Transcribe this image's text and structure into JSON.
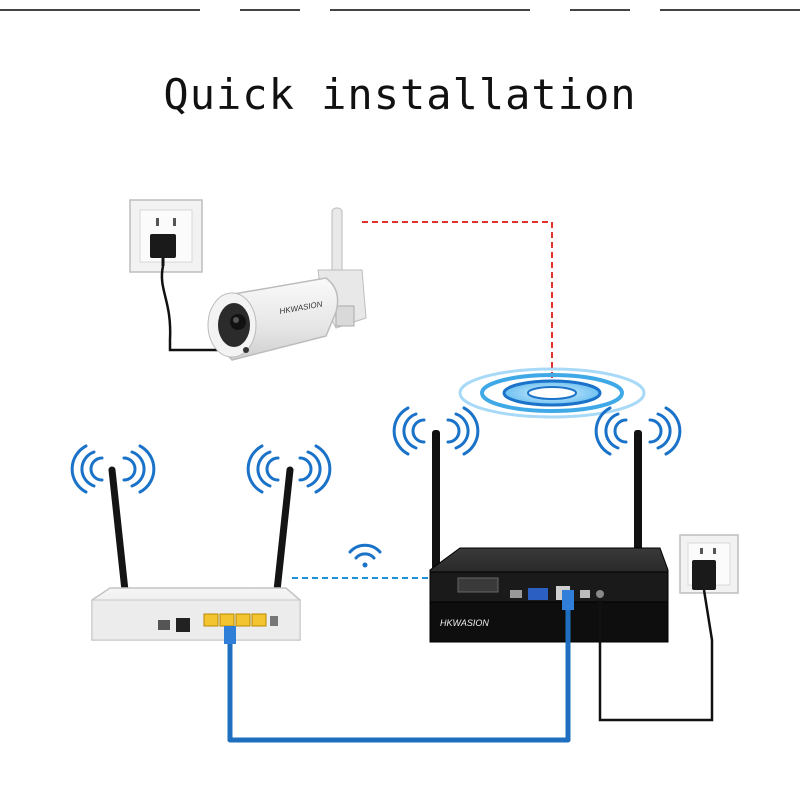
{
  "title": "Quick installation",
  "camera": {
    "brand": "HKWASION"
  },
  "nvr": {
    "brand": "HKWASION"
  },
  "connections": [
    {
      "from": "camera",
      "to": "nvr",
      "type": "wireless",
      "style": "red-dashed"
    },
    {
      "from": "router",
      "to": "nvr",
      "type": "wifi",
      "style": "blue-dashed"
    },
    {
      "from": "router",
      "to": "nvr",
      "type": "ethernet",
      "style": "blue-cable"
    },
    {
      "from": "nvr",
      "to": "power-outlet",
      "type": "power",
      "style": "black-cable"
    },
    {
      "from": "camera",
      "to": "power-outlet",
      "type": "power",
      "style": "black-cable"
    }
  ],
  "colors": {
    "red_link": "#e0322e",
    "blue_link": "#1e90d8",
    "ethernet": "#1e6fc0",
    "power_cable": "#111111",
    "router_port": "#f4c430",
    "wave_blue": "#1a73c9"
  },
  "icons": [
    "wifi-signal-icon",
    "radio-wave-icon",
    "power-outlet-icon"
  ]
}
